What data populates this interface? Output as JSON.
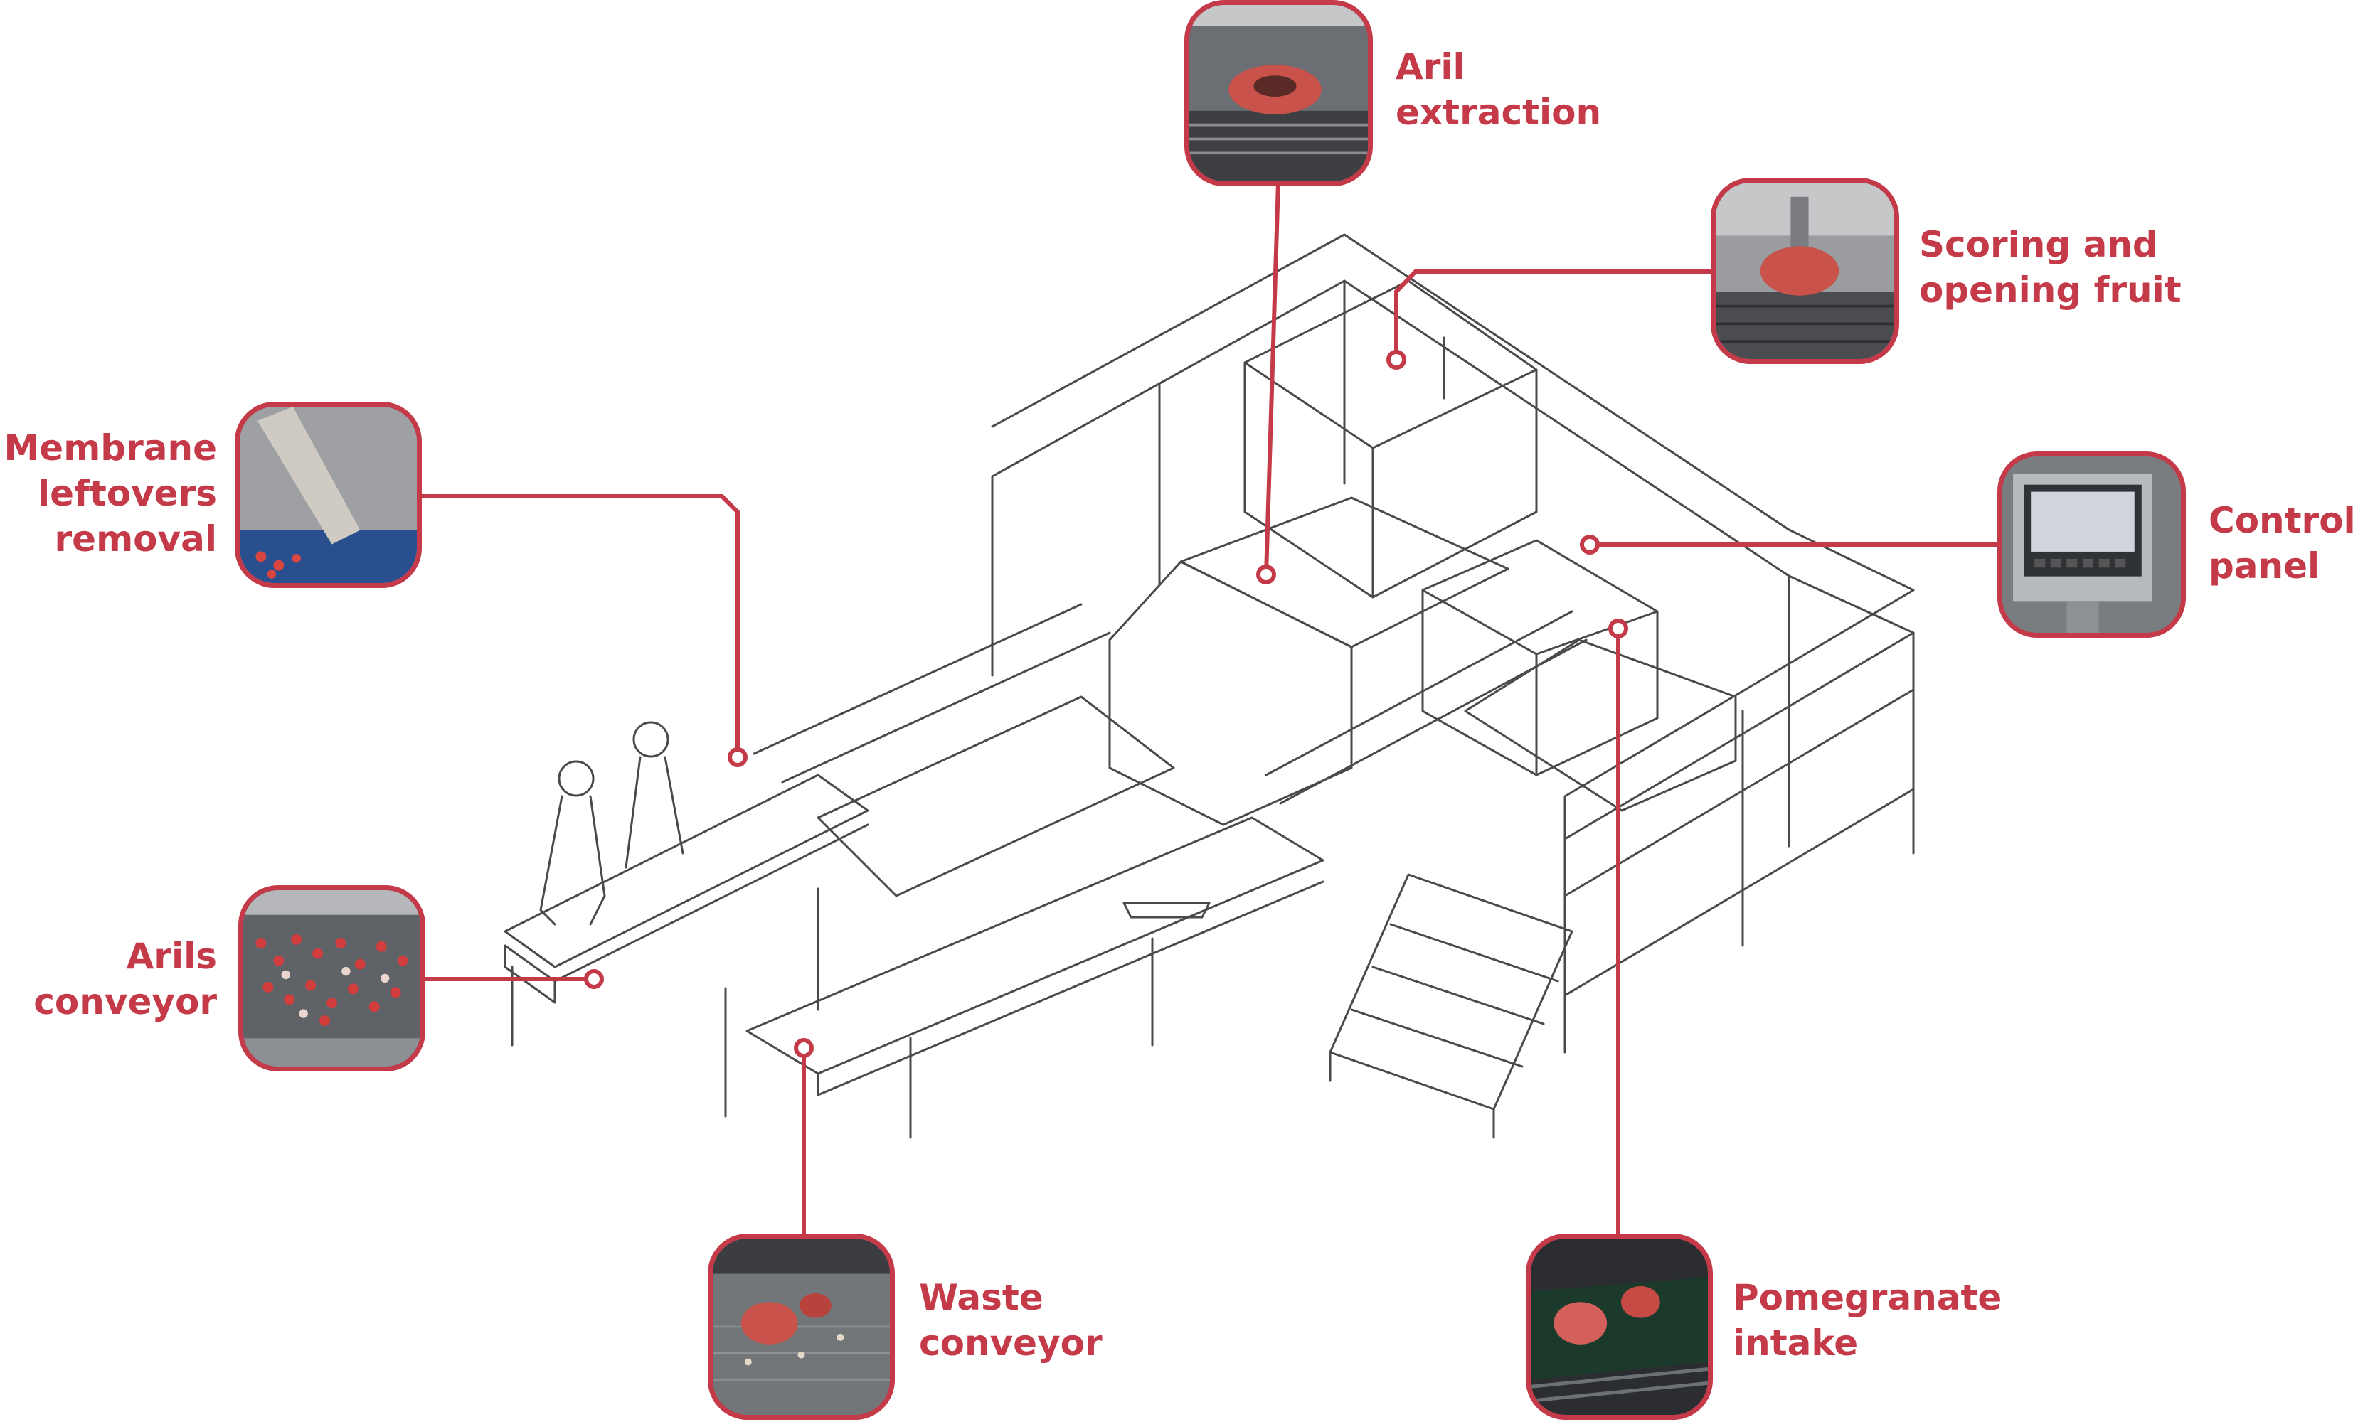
{
  "callouts": {
    "aril_extraction": {
      "line1": "Aril",
      "line2": "extraction",
      "photo_icon": "pomegranate-under-press-photo"
    },
    "scoring_opening": {
      "line1": "Scoring and",
      "line2": "opening fruit",
      "photo_icon": "scoring-blade-photo"
    },
    "control_panel": {
      "line1": "Control",
      "line2": "panel",
      "photo_icon": "touchscreen-panel-photo"
    },
    "membrane_removal": {
      "line1": "Membrane",
      "line2": "leftovers",
      "line3": "removal",
      "photo_icon": "suction-nozzles-photo"
    },
    "arils_conveyor": {
      "line1": "Arils",
      "line2": "conveyor",
      "photo_icon": "arils-on-belt-photo"
    },
    "waste_conveyor": {
      "line1": "Waste",
      "line2": "conveyor",
      "photo_icon": "peel-on-belt-photo"
    },
    "pomegranate_intake": {
      "line1": "Pomegranate",
      "line2": "intake",
      "photo_icon": "fruit-in-cups-photo"
    }
  },
  "colors": {
    "accent": "#c53a48",
    "line_art": "#4a4a4a"
  }
}
